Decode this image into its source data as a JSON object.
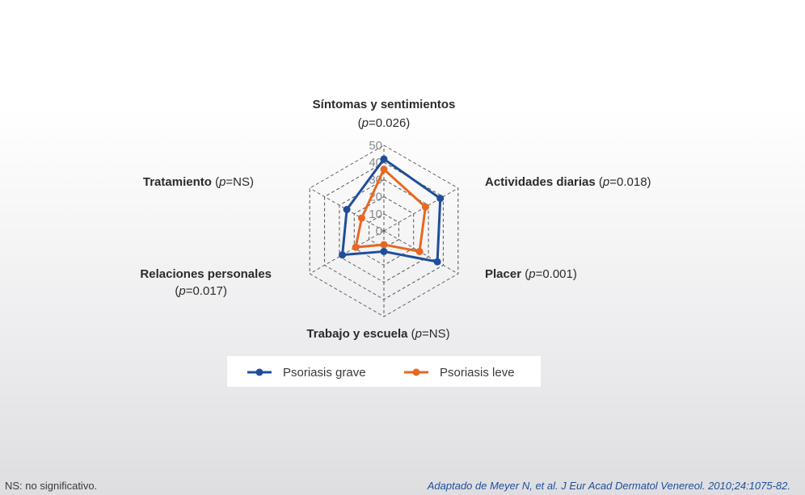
{
  "chart_data": {
    "type": "radar",
    "axes": [
      {
        "name": "Síntomas y sentimientos",
        "p": "p=0.026"
      },
      {
        "name": "Actividades diarias",
        "p": "p=0.018"
      },
      {
        "name": "Placer",
        "p": "p=0.001"
      },
      {
        "name": "Trabajo y escuela",
        "p": "p=NS"
      },
      {
        "name": "Relaciones personales",
        "p": "p=0.017"
      },
      {
        "name": "Tratamiento",
        "p": "p=NS"
      }
    ],
    "ticks": [
      0,
      10,
      20,
      30,
      40,
      50
    ],
    "rlim": [
      0,
      50
    ],
    "series": [
      {
        "name": "Psoriasis grave",
        "color": "#1f4e9a",
        "values": [
          42,
          38,
          36,
          12,
          28,
          25
        ]
      },
      {
        "name": "Psoriasis leve",
        "color": "#e8671f",
        "values": [
          36,
          28,
          24,
          8,
          19,
          15
        ]
      }
    ],
    "grid": true,
    "legend": "bottom"
  },
  "footer": {
    "note": "NS: no significativo.",
    "source": "Adaptado de Meyer N, et al. J Eur Acad Dermatol Venereol. 2010;24:1075-82."
  }
}
